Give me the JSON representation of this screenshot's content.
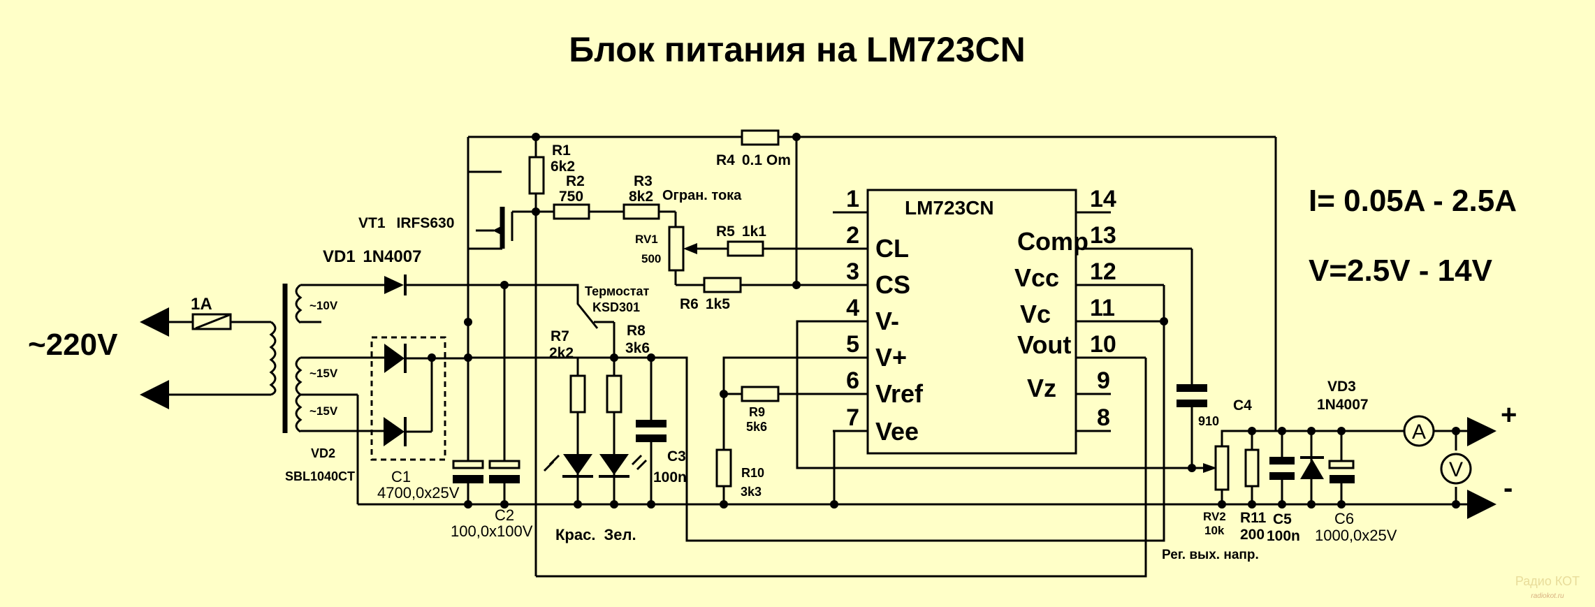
{
  "title": "Блок питания на LM723CN",
  "specs": {
    "current": "I= 0.05A - 2.5A",
    "voltage": "V=2.5V - 14V"
  },
  "input": {
    "mains": "~220V",
    "fuse": "1A"
  },
  "transformer": {
    "secondary_1": "~10V",
    "secondary_2": "~15V",
    "secondary_3": "~15V"
  },
  "components": {
    "vt1": {
      "ref": "VT1",
      "value": "IRFS630"
    },
    "vd1": {
      "ref": "VD1",
      "value": "1N4007"
    },
    "vd2": {
      "ref": "VD2",
      "value": "SBL1040CT"
    },
    "vd3": {
      "ref": "VD3",
      "value": "1N4007"
    },
    "r1": {
      "ref": "R1",
      "value": "6k2"
    },
    "r2": {
      "ref": "R2",
      "value": "750"
    },
    "r3": {
      "ref": "R3",
      "value": "8k2"
    },
    "r4": {
      "ref": "R4",
      "value": "0.1 Om"
    },
    "r5": {
      "ref": "R5",
      "value": "1k1"
    },
    "r6": {
      "ref": "R6",
      "value": "1k5"
    },
    "r7": {
      "ref": "R7",
      "value": "2k2"
    },
    "r8": {
      "ref": "R8",
      "value": "3k6"
    },
    "r9": {
      "ref": "R9",
      "value": "5k6"
    },
    "r10": {
      "ref": "R10",
      "value": "3k3"
    },
    "r11": {
      "ref": "R11",
      "value": "200"
    },
    "rv1": {
      "ref": "RV1",
      "value": "500"
    },
    "rv2": {
      "ref": "RV2",
      "value": "10k"
    },
    "c1": {
      "ref": "C1",
      "value": "4700,0x25V"
    },
    "c2": {
      "ref": "C2",
      "value": "100,0x100V"
    },
    "c3": {
      "ref": "C3",
      "value": "100n"
    },
    "c4": {
      "ref": "C4",
      "value": "910"
    },
    "c5": {
      "ref": "C5",
      "value": "100n"
    },
    "c6": {
      "ref": "C6",
      "value": "1000,0x25V"
    }
  },
  "annotations": {
    "current_limit": "Огран. тока",
    "thermostat": "Термостат",
    "thermostat_model": "KSD301",
    "led_red": "Крас.",
    "led_green": "Зел.",
    "output_adjust": "Рег. вых. напр."
  },
  "ic": {
    "name": "LM723CN",
    "left_pins": [
      {
        "num": "1",
        "name": ""
      },
      {
        "num": "2",
        "name": "CL"
      },
      {
        "num": "3",
        "name": "CS"
      },
      {
        "num": "4",
        "name": "V-"
      },
      {
        "num": "5",
        "name": "V+"
      },
      {
        "num": "6",
        "name": "Vref"
      },
      {
        "num": "7",
        "name": "Vee"
      }
    ],
    "right_pins": [
      {
        "num": "14",
        "name": ""
      },
      {
        "num": "13",
        "name": "Comp"
      },
      {
        "num": "12",
        "name": "Vcc"
      },
      {
        "num": "11",
        "name": "Vc"
      },
      {
        "num": "10",
        "name": "Vout"
      },
      {
        "num": "9",
        "name": "Vz"
      },
      {
        "num": "8",
        "name": ""
      }
    ]
  },
  "output": {
    "plus": "+",
    "minus": "-",
    "ammeter": "A",
    "voltmeter": "V"
  },
  "watermark": {
    "logo": "Радио КОТ",
    "site": "radiokot.ru"
  }
}
